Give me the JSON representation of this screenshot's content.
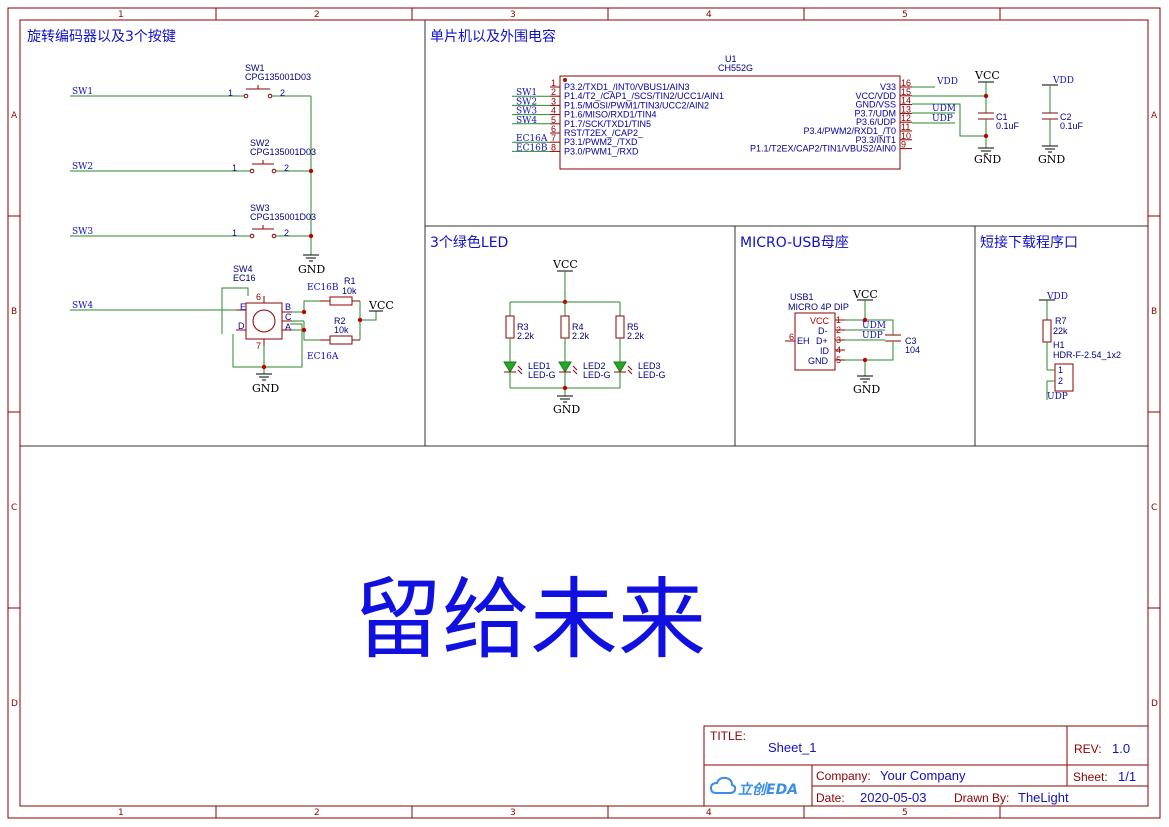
{
  "ruler": {
    "cols": [
      "1",
      "2",
      "3",
      "4",
      "5"
    ],
    "rows": [
      "A",
      "B",
      "C",
      "D"
    ]
  },
  "sections": {
    "encoder": "旋转编码器以及3个按键",
    "mcu": "单片机以及外围电容",
    "led": "3个绿色LED",
    "usb": "MICRO-USB母座",
    "prog": "短接下载程序口"
  },
  "encoder": {
    "sw1": {
      "designator": "SW1",
      "part": "CPG135001D03",
      "pin1": "1",
      "pin2": "2",
      "net": "SW1"
    },
    "sw2": {
      "designator": "SW2",
      "part": "CPG135001D03",
      "pin1": "1",
      "pin2": "2",
      "net": "SW2"
    },
    "sw3": {
      "designator": "SW3",
      "part": "CPG135001D03",
      "pin1": "1",
      "pin2": "2",
      "net": "SW3"
    },
    "sw4": {
      "designator": "SW4",
      "part": "EC16",
      "net": "SW4",
      "pins": [
        "6",
        "B",
        "E",
        "C",
        "D",
        "A",
        "7"
      ]
    },
    "r1": {
      "designator": "R1",
      "value": "10k"
    },
    "r2": {
      "designator": "R2",
      "value": "10k"
    },
    "ec16b": "EC16B",
    "ec16a": "EC16A",
    "vcc": "VCC",
    "gnd_top": "GND",
    "gnd_bottom": "GND"
  },
  "mcu": {
    "designator": "U1",
    "part": "CH552G",
    "left_pins": [
      {
        "num": "1",
        "name": "P3.2/TXD1_/INT0/VBUS1/AIN3",
        "net": ""
      },
      {
        "num": "2",
        "name": "P1.4/T2_/CAP1_/SCS/TIN2/UCC1/AIN1",
        "net": "SW1"
      },
      {
        "num": "3",
        "name": "P1.5/MOSI/PWM1/TIN3/UCC2/AIN2",
        "net": "SW2"
      },
      {
        "num": "4",
        "name": "P1.6/MISO/RXD1/TIN4",
        "net": "SW3"
      },
      {
        "num": "5",
        "name": "P1.7/SCK/TXD1/TIN5",
        "net": "SW4"
      },
      {
        "num": "6",
        "name": "RST/T2EX_/CAP2_",
        "net": ""
      },
      {
        "num": "7",
        "name": "P3.1/PWM2_/TXD",
        "net": "EC16A"
      },
      {
        "num": "8",
        "name": "P3.0/PWM1_/RXD",
        "net": "EC16B"
      }
    ],
    "right_pins": [
      {
        "num": "16",
        "name": "V33",
        "net": "VDD"
      },
      {
        "num": "15",
        "name": "VCC/VDD",
        "net": ""
      },
      {
        "num": "14",
        "name": "GND/VSS",
        "net": ""
      },
      {
        "num": "13",
        "name": "P3.7/UDM",
        "net": "UDM"
      },
      {
        "num": "12",
        "name": "P3.6/UDP",
        "net": "UDP"
      },
      {
        "num": "11",
        "name": "P3.4/PWM2/RXD1_/T0",
        "net": ""
      },
      {
        "num": "10",
        "name": "P3.3/INT1",
        "net": ""
      },
      {
        "num": "9",
        "name": "P1.1/T2EX/CAP2/TIN1/VBUS2/AIN0",
        "net": ""
      }
    ],
    "c1": {
      "designator": "C1",
      "value": "0.1uF"
    },
    "c2": {
      "designator": "C2",
      "value": "0.1uF"
    },
    "vcc": "VCC",
    "vdd": "VDD",
    "gnd1": "GND",
    "gnd2": "GND"
  },
  "led": {
    "vcc": "VCC",
    "gnd": "GND",
    "items": [
      {
        "r": "R3",
        "rv": "2.2k",
        "led": "LED1",
        "lv": "LED-G"
      },
      {
        "r": "R4",
        "rv": "2.2k",
        "led": "LED2",
        "lv": "LED-G"
      },
      {
        "r": "R5",
        "rv": "2.2k",
        "led": "LED3",
        "lv": "LED-G"
      }
    ]
  },
  "usb": {
    "designator": "USB1",
    "part": "MICRO 4P DIP",
    "pins": [
      {
        "num": "1",
        "name": "VCC"
      },
      {
        "num": "2",
        "name": "D-"
      },
      {
        "num": "3",
        "name": "D+"
      },
      {
        "num": "4",
        "name": "ID"
      },
      {
        "num": "5",
        "name": "GND"
      }
    ],
    "eh_num": "6",
    "eh": "EH",
    "udm": "UDM",
    "udp": "UDP",
    "c3": {
      "designator": "C3",
      "value": "104"
    },
    "vcc": "VCC",
    "gnd": "GND"
  },
  "prog": {
    "vdd": "VDD",
    "udp": "UDP",
    "r7": {
      "designator": "R7",
      "value": "22k"
    },
    "h1": {
      "designator": "H1",
      "part": "HDR-F-2.54_1x2",
      "pin1": "1",
      "pin2": "2"
    }
  },
  "main_text": "留给未来",
  "title_block": {
    "title_label": "TITLE:",
    "title": "Sheet_1",
    "rev_label": "REV:",
    "rev": "1.0",
    "company_label": "Company:",
    "company": "Your Company",
    "sheet_label": "Sheet:",
    "sheet": "1/1",
    "date_label": "Date:",
    "date": "2020-05-03",
    "drawn_label": "Drawn By:",
    "drawn": "TheLight",
    "logo": "立创EDA"
  },
  "colors": {
    "frame": "#8b0000",
    "wire": "#2a8a2a",
    "text": "#1010c8",
    "led": "#22aa22"
  }
}
